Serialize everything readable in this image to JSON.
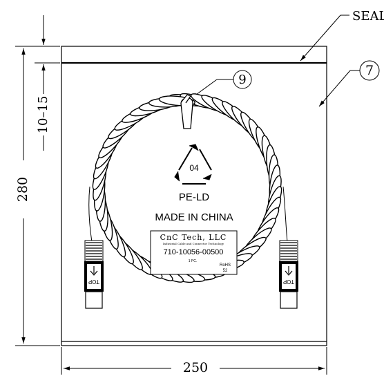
{
  "dimensions": {
    "height": "280",
    "width": "250",
    "seal_offset": "10–15"
  },
  "callouts": {
    "seal": "SEAL",
    "bag": "7",
    "tie": "9"
  },
  "recycle": {
    "code": "04",
    "material": "PE-LD"
  },
  "origin": "MADE IN CHINA",
  "label": {
    "company": "CnC Tech, LLC",
    "tagline": "Industrial Cable and Connector Technology",
    "part_number": "710-10056-00500",
    "quantity": "1 PC.",
    "rohs": "RoHS",
    "rohs_code": "52"
  },
  "connectors": {
    "text": "TOP"
  },
  "icons": [
    "recycle-arrows-icon",
    "down-arrow-icon"
  ]
}
